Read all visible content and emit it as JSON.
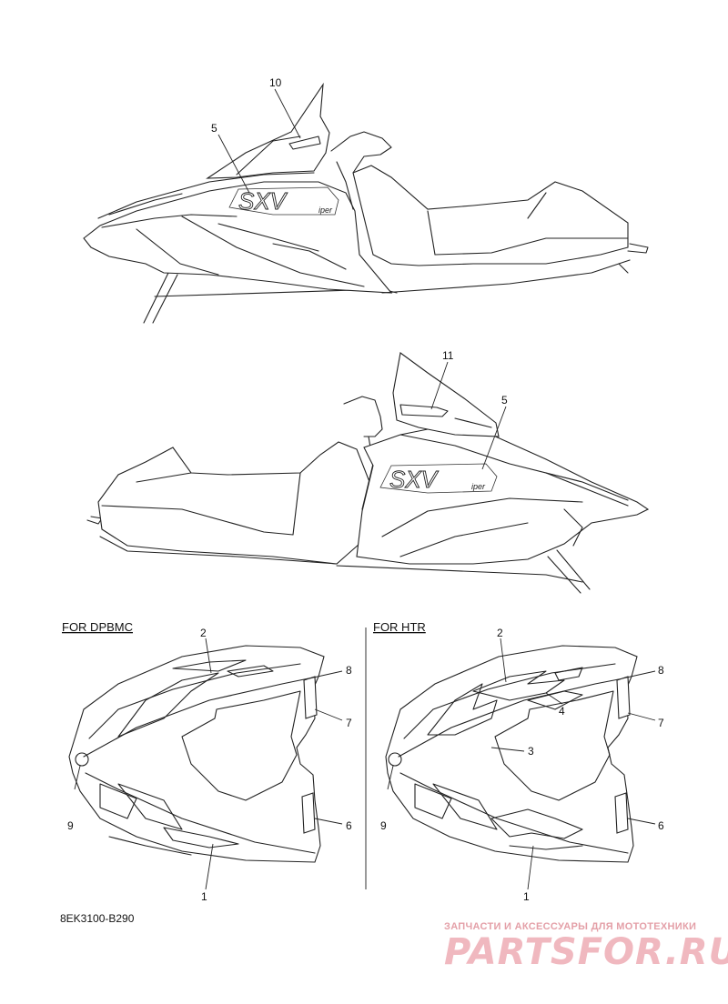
{
  "callouts_top": [
    "10",
    "5"
  ],
  "callouts_middle": [
    "11",
    "5"
  ],
  "decal_text": "SXV",
  "decal_suffix": "iper",
  "section_left": {
    "title": "FOR DPBMC",
    "labels": [
      "2",
      "8",
      "7",
      "9",
      "6",
      "1"
    ]
  },
  "section_right": {
    "title": "FOR HTR",
    "labels": [
      "2",
      "8",
      "4",
      "7",
      "3",
      "9",
      "6",
      "1"
    ]
  },
  "part_code": "8EK3100-B290",
  "watermark": {
    "subtitle": "ЗАПЧАСТИ И АКСЕССУАРЫ ДЛЯ МОТОТЕХНИКИ",
    "logo": "PARTSFOR.RU"
  }
}
